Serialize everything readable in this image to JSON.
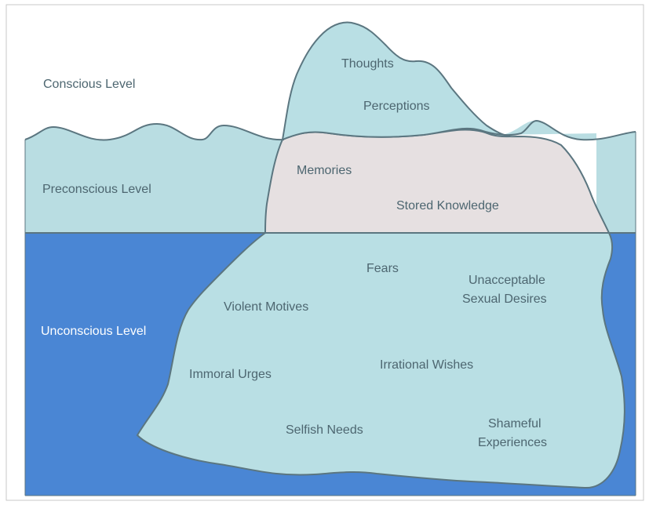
{
  "levels": {
    "conscious": "Conscious Level",
    "preconscious": "Preconscious Level",
    "unconscious": "Unconscious Level"
  },
  "tip": {
    "thoughts": "Thoughts",
    "perceptions": "Perceptions"
  },
  "middle": {
    "memories": "Memories",
    "stored_knowledge": "Stored Knowledge"
  },
  "base": {
    "fears": "Fears",
    "unacceptable_1": "Unacceptable",
    "unacceptable_2": "Sexual Desires",
    "violent_motives": "Violent Motives",
    "immoral_urges": "Immoral Urges",
    "irrational_wishes": "Irrational Wishes",
    "selfish_needs": "Selfish Needs",
    "shameful_1": "Shameful",
    "shameful_2": "Experiences"
  },
  "colors": {
    "sky": "#ffffff",
    "preconscious_water": "#b9dde2",
    "deep_water": "#4a86d4",
    "ice": "#b9dfe4",
    "ice_middle": "#e6e0e1",
    "outline": "#5b7680",
    "label_text": "#4d6670",
    "unconscious_label": "#ffffff"
  }
}
